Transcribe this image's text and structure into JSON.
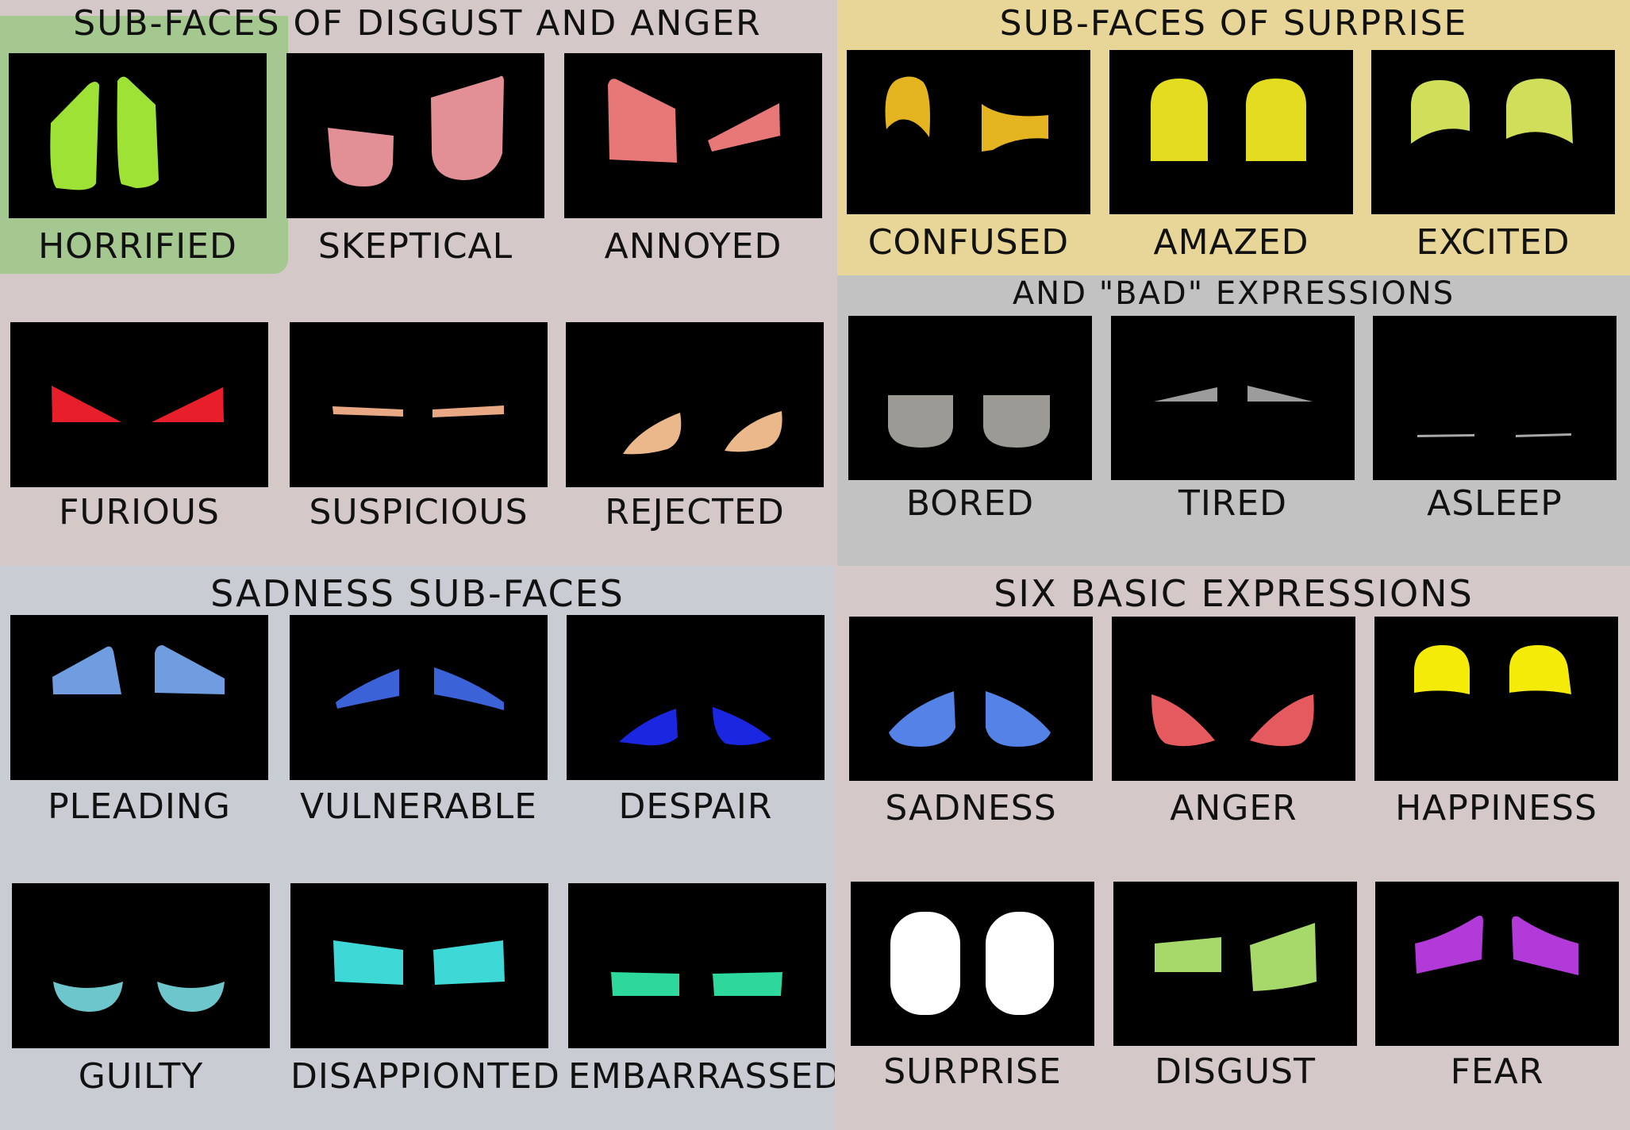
{
  "quadrants": {
    "disgust_anger": {
      "title": "SUB-FACES OF DISGUST AND ANGER",
      "bg": "#d4c8c8",
      "highlight_bg": "#a5c790",
      "items": [
        {
          "label": "HORRIFIED",
          "color": "#9fe236"
        },
        {
          "label": "SKEPTICAL",
          "color": "#e28f96"
        },
        {
          "label": "ANNOYED",
          "color": "#e87777"
        },
        {
          "label": "FURIOUS",
          "color": "#e81f2a"
        },
        {
          "label": "SUSPICIOUS",
          "color": "#e8a883"
        },
        {
          "label": "REJECTED",
          "color": "#eab88a"
        }
      ]
    },
    "surprise": {
      "title": "SUB-FACES OF SURPRISE",
      "bg": "#e8d698",
      "items": [
        {
          "label": "CONFUSED",
          "color": "#e4b520"
        },
        {
          "label": "AMAZED",
          "color": "#e4dc20"
        },
        {
          "label": "EXCITED",
          "color": "#d1de5a"
        }
      ]
    },
    "bad": {
      "title": "AND \"BAD\" EXPRESSIONS",
      "bg": "#c2c2c2",
      "items": [
        {
          "label": "BORED",
          "color": "#9c9a94"
        },
        {
          "label": "TIRED",
          "color": "#9c9c9c"
        },
        {
          "label": "ASLEEP",
          "color": "#a8a8a8"
        }
      ]
    },
    "sadness": {
      "title": "SADNESS SUB-FACES",
      "bg": "#c9ccd3",
      "items": [
        {
          "label": "PLEADING",
          "color": "#6f9de0"
        },
        {
          "label": "VULNERABLE",
          "color": "#3c62d8"
        },
        {
          "label": "DESPAIR",
          "color": "#1b26e0"
        },
        {
          "label": "GUILTY",
          "color": "#6cc6cc"
        },
        {
          "label": "DISAPPIONTED",
          "color": "#3ed8d6"
        },
        {
          "label": "EMBARRASSED",
          "color": "#2ed89c"
        }
      ]
    },
    "basic": {
      "title": "SIX BASIC EXPRESSIONS",
      "bg": "#d4c8c8",
      "items": [
        {
          "label": "SADNESS",
          "color": "#5482e6"
        },
        {
          "label": "ANGER",
          "color": "#e45a5e"
        },
        {
          "label": "HAPPINESS",
          "color": "#f4ec08"
        },
        {
          "label": "SURPRISE",
          "color": "#ffffff"
        },
        {
          "label": "DISGUST",
          "color": "#a6d86a"
        },
        {
          "label": "FEAR",
          "color": "#b23ad8"
        }
      ]
    }
  }
}
